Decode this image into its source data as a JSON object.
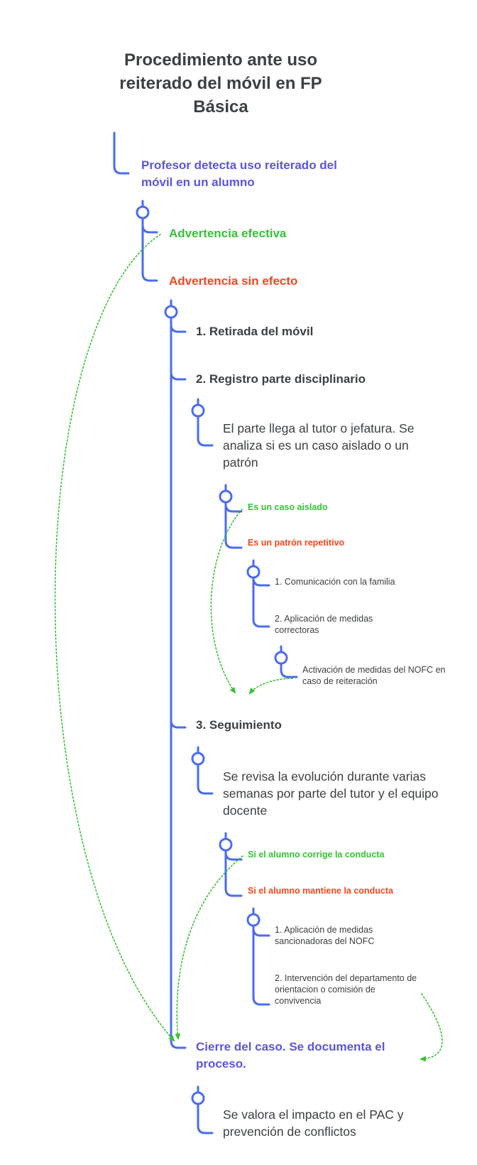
{
  "title": "Procedimiento ante uso reiterado del móvil en FP Básica",
  "nodes": {
    "detect": "Profesor detecta uso reiterado del móvil en un alumno",
    "warning_ok": "Advertencia efectiva",
    "warning_fail": "Advertencia sin efecto",
    "step1": "1. Retirada del móvil",
    "step2": "2. Registro parte disciplinario",
    "step2_desc": "El parte llega al tutor o jefatura. Se analiza si es un caso aislado o un patrón",
    "isolated": "Es un caso aislado",
    "pattern": "Es un patrón repetitivo",
    "pattern_a": "1. Comunicación con la familia",
    "pattern_b": "2. Aplicación de medidas correctoras",
    "nofc_activation": "Activación de medidas del NOFC en caso de reiteración",
    "step3": "3. Seguimiento",
    "step3_desc": "Se revisa la evolución durante varias semanas por parte del tutor y el equipo docente",
    "corrects": "Si el alumno corrige la conducta",
    "maintains": "Si el alumno mantiene la conducta",
    "maintains_a": "1. Aplicación de medidas sancionadoras del NOFC",
    "maintains_b": "2. Intervención del departamento de orientacion o comisión de convivencia",
    "close": "Cierre del caso. Se documenta el proceso.",
    "close_desc": "Se valora el impacto en el PAC y prevención de conflictos"
  },
  "colors": {
    "line": "#4a6cf0",
    "connector": "#36c236",
    "purple": "#5b55e0",
    "green": "#36c236",
    "red": "#f4461f",
    "text": "#3c4043"
  }
}
